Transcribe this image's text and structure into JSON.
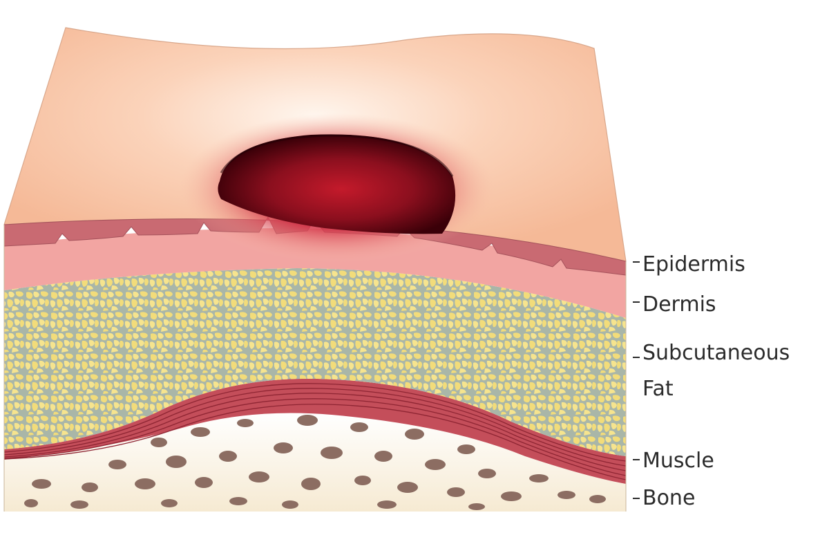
{
  "diagram": {
    "labels": {
      "epidermis": "Epidermis",
      "dermis": "Dermis",
      "subcutaneous_line1": "Subcutaneous",
      "subcutaneous_line2": "Fat",
      "muscle": "Muscle",
      "bone": "Bone"
    },
    "colors": {
      "skin_surface": "#F7C3A2",
      "skin_highlight": "#FFF3EA",
      "wound_center": "#C41A2B",
      "wound_edge": "#3A0008",
      "epidermis": "#C96A72",
      "dermis": "#F2A5A2",
      "fat_fill": "#F2DC7A",
      "fat_stroke": "#A9B6A8",
      "muscle": "#C44E5A",
      "bone_bg": "#F8EEDB",
      "bone_spots": "#8C6D62"
    }
  }
}
